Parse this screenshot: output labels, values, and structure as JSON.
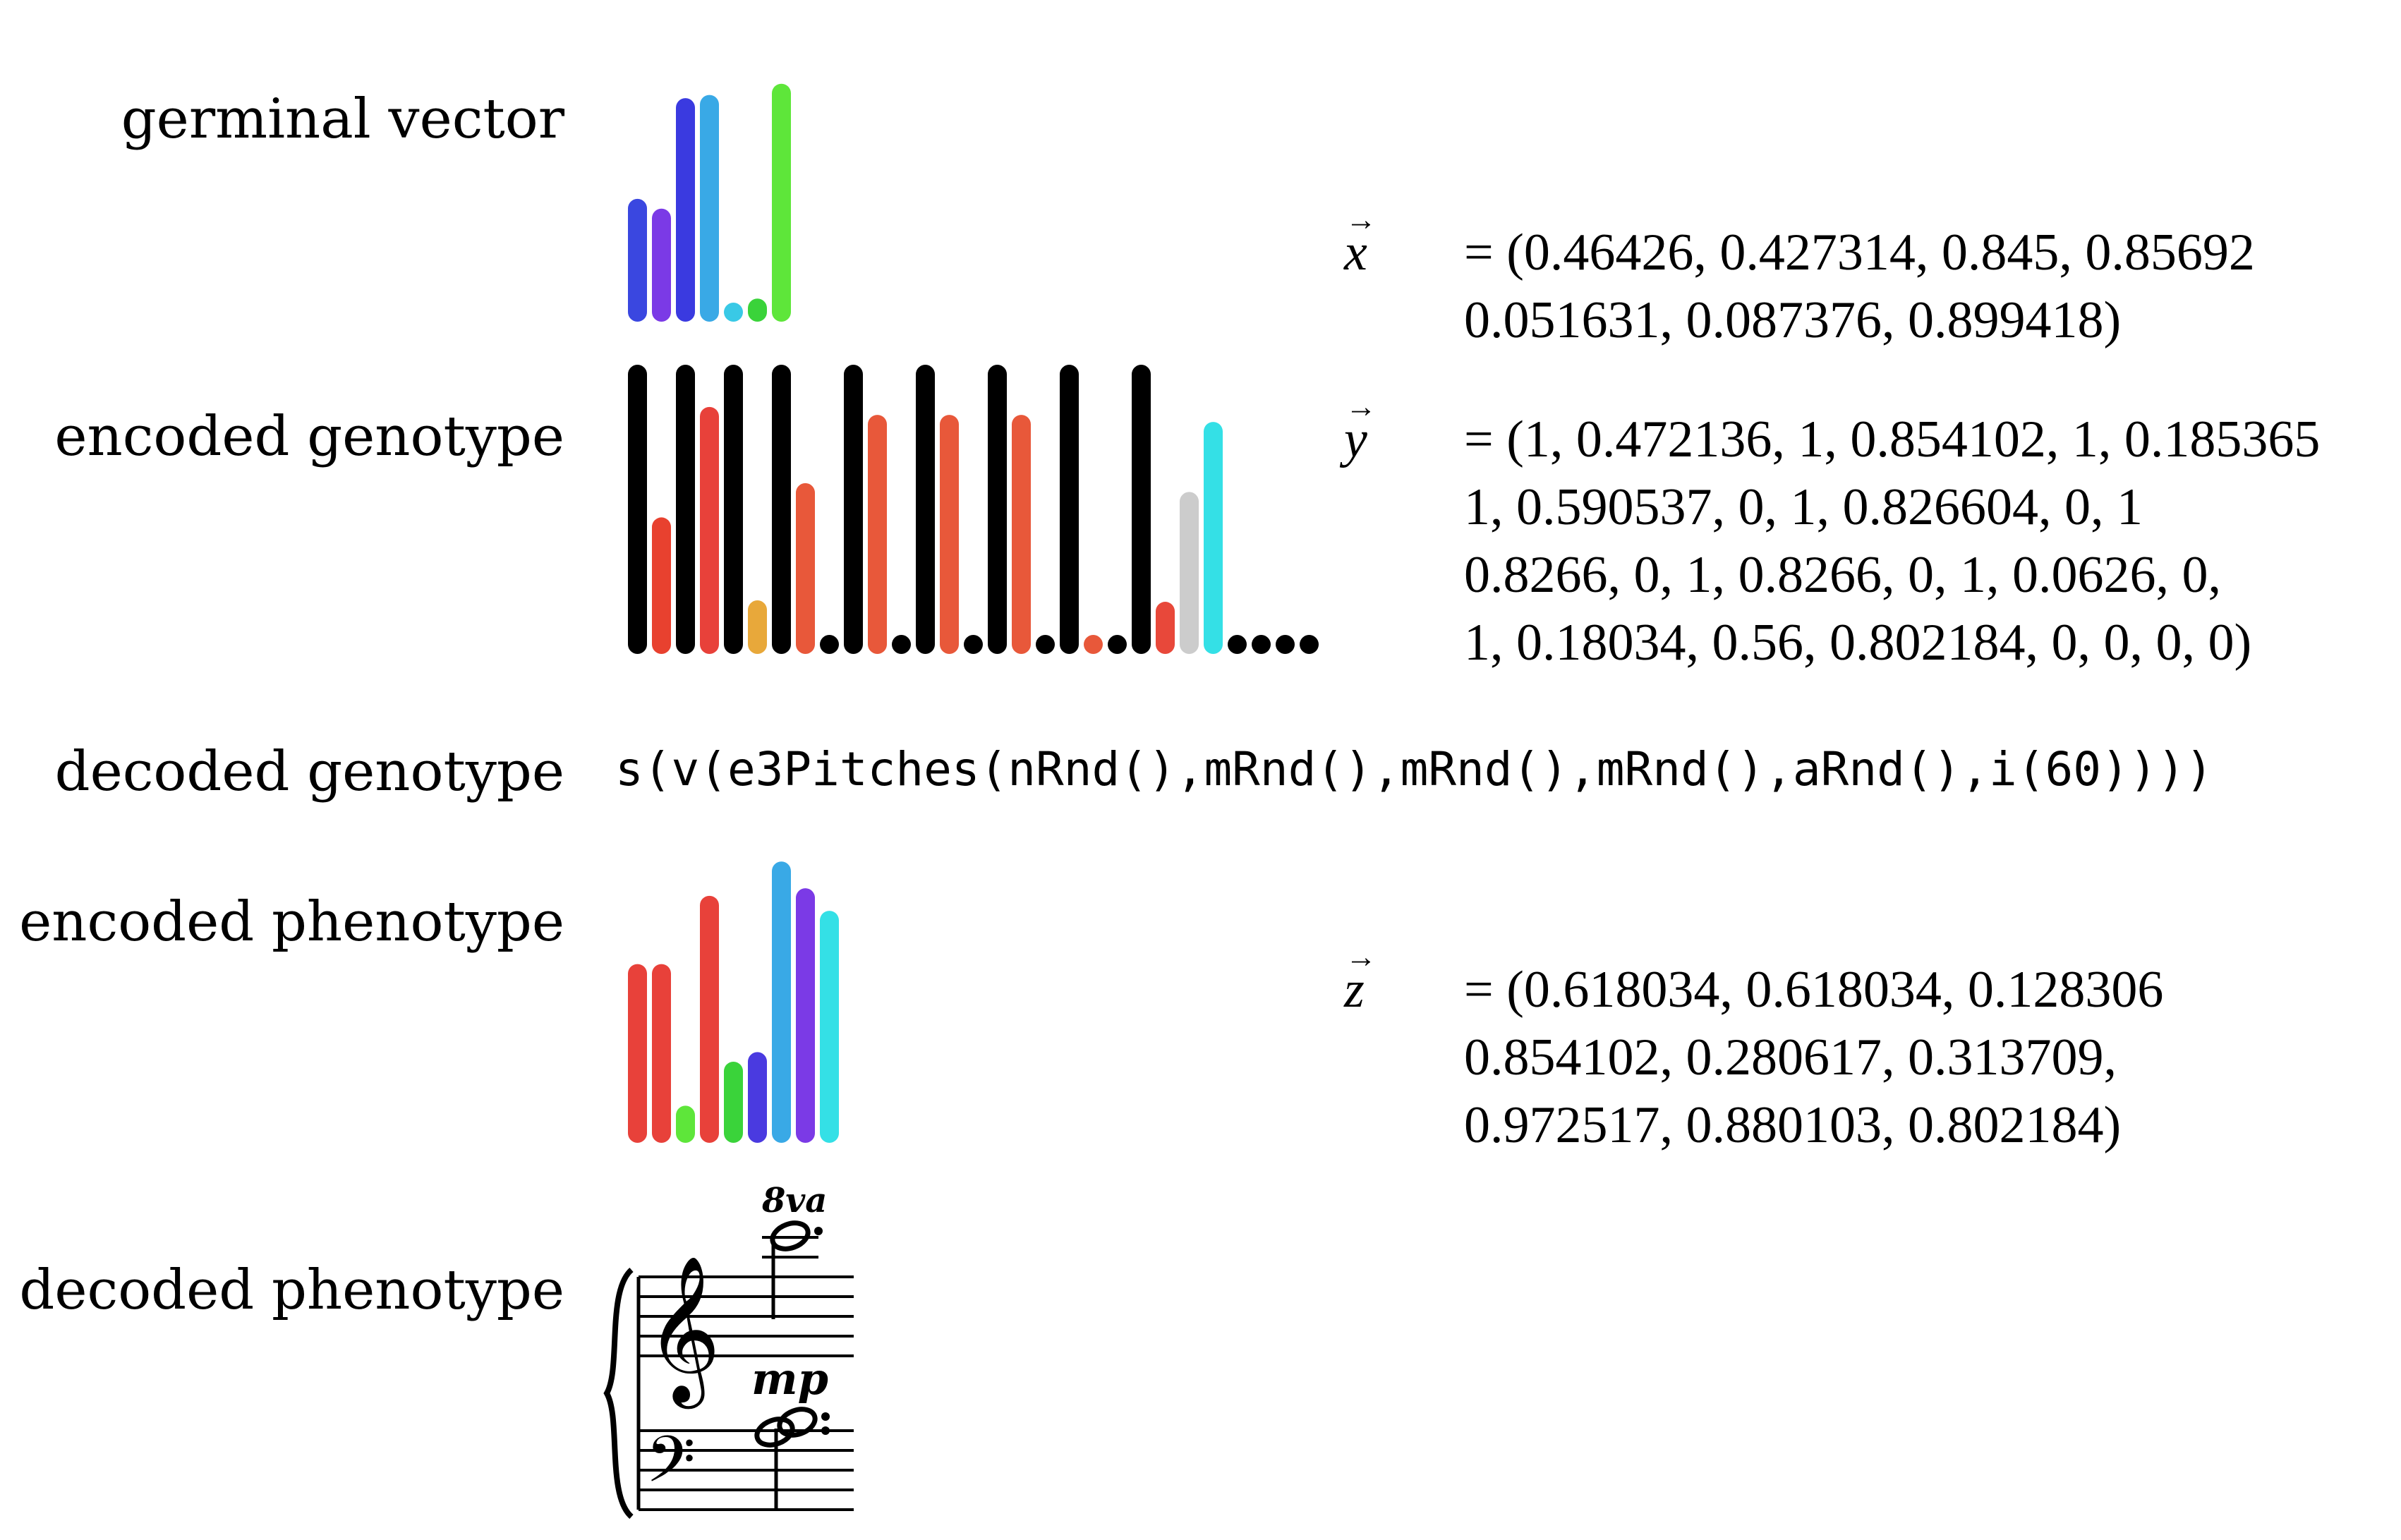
{
  "rows": {
    "germinal": "germinal vector",
    "encoded_genotype": "encoded genotype",
    "decoded_genotype": "decoded genotype",
    "encoded_phenotype": "encoded phenotype",
    "decoded_phenotype": "decoded phenotype"
  },
  "equations": {
    "x": {
      "symbol": "x",
      "lines": [
        "= (0.46426, 0.427314, 0.845, 0.85692",
        "0.051631, 0.087376, 0.899418)"
      ]
    },
    "y": {
      "symbol": "y",
      "lines": [
        "= (1, 0.472136, 1, 0.854102, 1, 0.185365",
        "1, 0.590537, 0, 1, 0.826604, 0, 1",
        "0.8266, 0, 1, 0.8266, 0, 1, 0.0626, 0,",
        "1, 0.18034, 0.56, 0.802184, 0, 0, 0, 0)"
      ]
    },
    "z": {
      "symbol": "z",
      "lines": [
        "= (0.618034, 0.618034, 0.128306",
        "0.854102, 0.280617, 0.313709,",
        "0.972517, 0.880103, 0.802184)"
      ]
    }
  },
  "decoded_genotype_code": "s(v(e3Pitches(nRnd(),mRnd(),mRnd(),mRnd(),aRnd(),i(60))))",
  "score": {
    "octave_mark": "8va",
    "dynamic": "mp"
  },
  "chart_data": [
    {
      "type": "bar",
      "values": [
        0.46426,
        0.427314,
        0.845,
        0.85692,
        0.051631,
        0.087376,
        0.899418
      ],
      "colors": [
        "#3a47e0",
        "#7b3ae6",
        "#3a3ae0",
        "#39a9e6",
        "#39c9e6",
        "#3ad33a",
        "#5ee63a"
      ],
      "ylim": [
        0,
        1
      ]
    },
    {
      "type": "bar",
      "values": [
        1,
        0.472136,
        1,
        0.854102,
        1,
        0.185365,
        1,
        0.590537,
        0,
        1,
        0.826604,
        0,
        1,
        0.8266,
        0,
        1,
        0.8266,
        0,
        1,
        0.0626,
        0,
        1,
        0.18034,
        0.56,
        0.802184,
        0,
        0,
        0,
        0
      ],
      "colors": [
        "#000000",
        "#e8412f",
        "#000000",
        "#e8413a",
        "#000000",
        "#e8a83a",
        "#000000",
        "#e8583a",
        "#000000",
        "#000000",
        "#e8583a",
        "#000000",
        "#000000",
        "#e8583a",
        "#000000",
        "#000000",
        "#e8583a",
        "#000000",
        "#000000",
        "#e8583a",
        "#000000",
        "#000000",
        "#e8483a",
        "#cccccc",
        "#34e0e6",
        "#000000",
        "#000000",
        "#000000",
        "#000000"
      ],
      "ylim": [
        0,
        1
      ]
    },
    {
      "type": "bar",
      "values": [
        0.618034,
        0.618034,
        0.128306,
        0.854102,
        0.280617,
        0.313709,
        0.972517,
        0.880103,
        0.802184
      ],
      "colors": [
        "#e8413a",
        "#e8413a",
        "#5ee63a",
        "#e8413a",
        "#3ad33a",
        "#4a3ae0",
        "#39a9e6",
        "#7b3ae6",
        "#34e0e6"
      ],
      "ylim": [
        0,
        1
      ]
    }
  ]
}
